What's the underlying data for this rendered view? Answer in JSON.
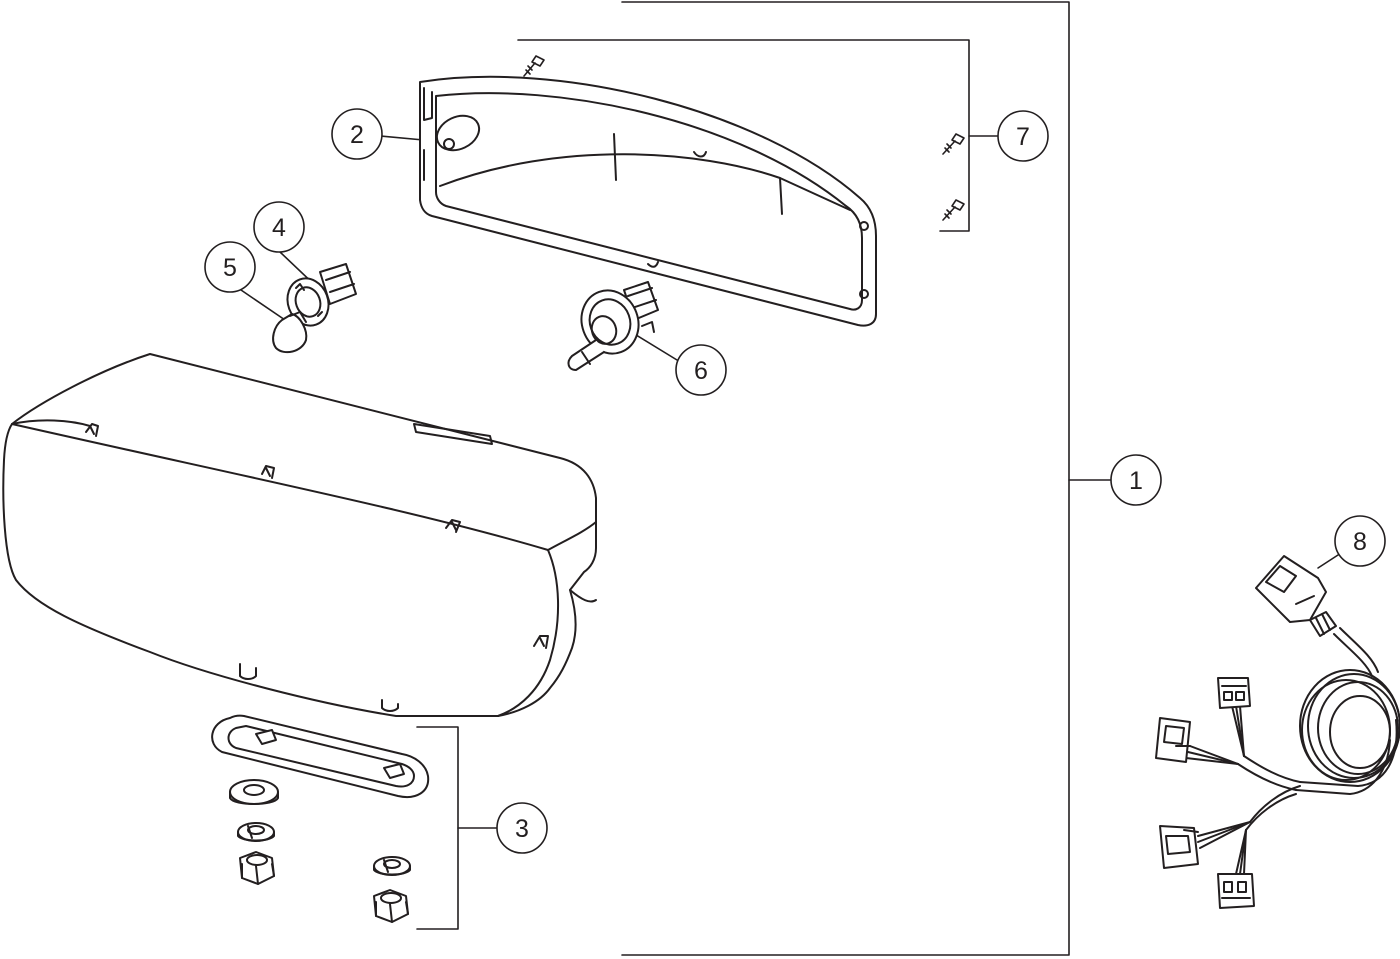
{
  "callouts": [
    {
      "label": "1",
      "part": "light-assembly"
    },
    {
      "label": "2",
      "part": "housing-back-plate"
    },
    {
      "label": "3",
      "part": "mounting-hardware-kit"
    },
    {
      "label": "4",
      "part": "bulb-socket-small"
    },
    {
      "label": "5",
      "part": "small-bulb"
    },
    {
      "label": "6",
      "part": "headlamp-bulb"
    },
    {
      "label": "7",
      "part": "screws"
    },
    {
      "label": "8",
      "part": "wiring-harness"
    }
  ],
  "colors": {
    "line": "#231f20",
    "fill": "#ffffff",
    "shade": "#f2f2f2"
  }
}
